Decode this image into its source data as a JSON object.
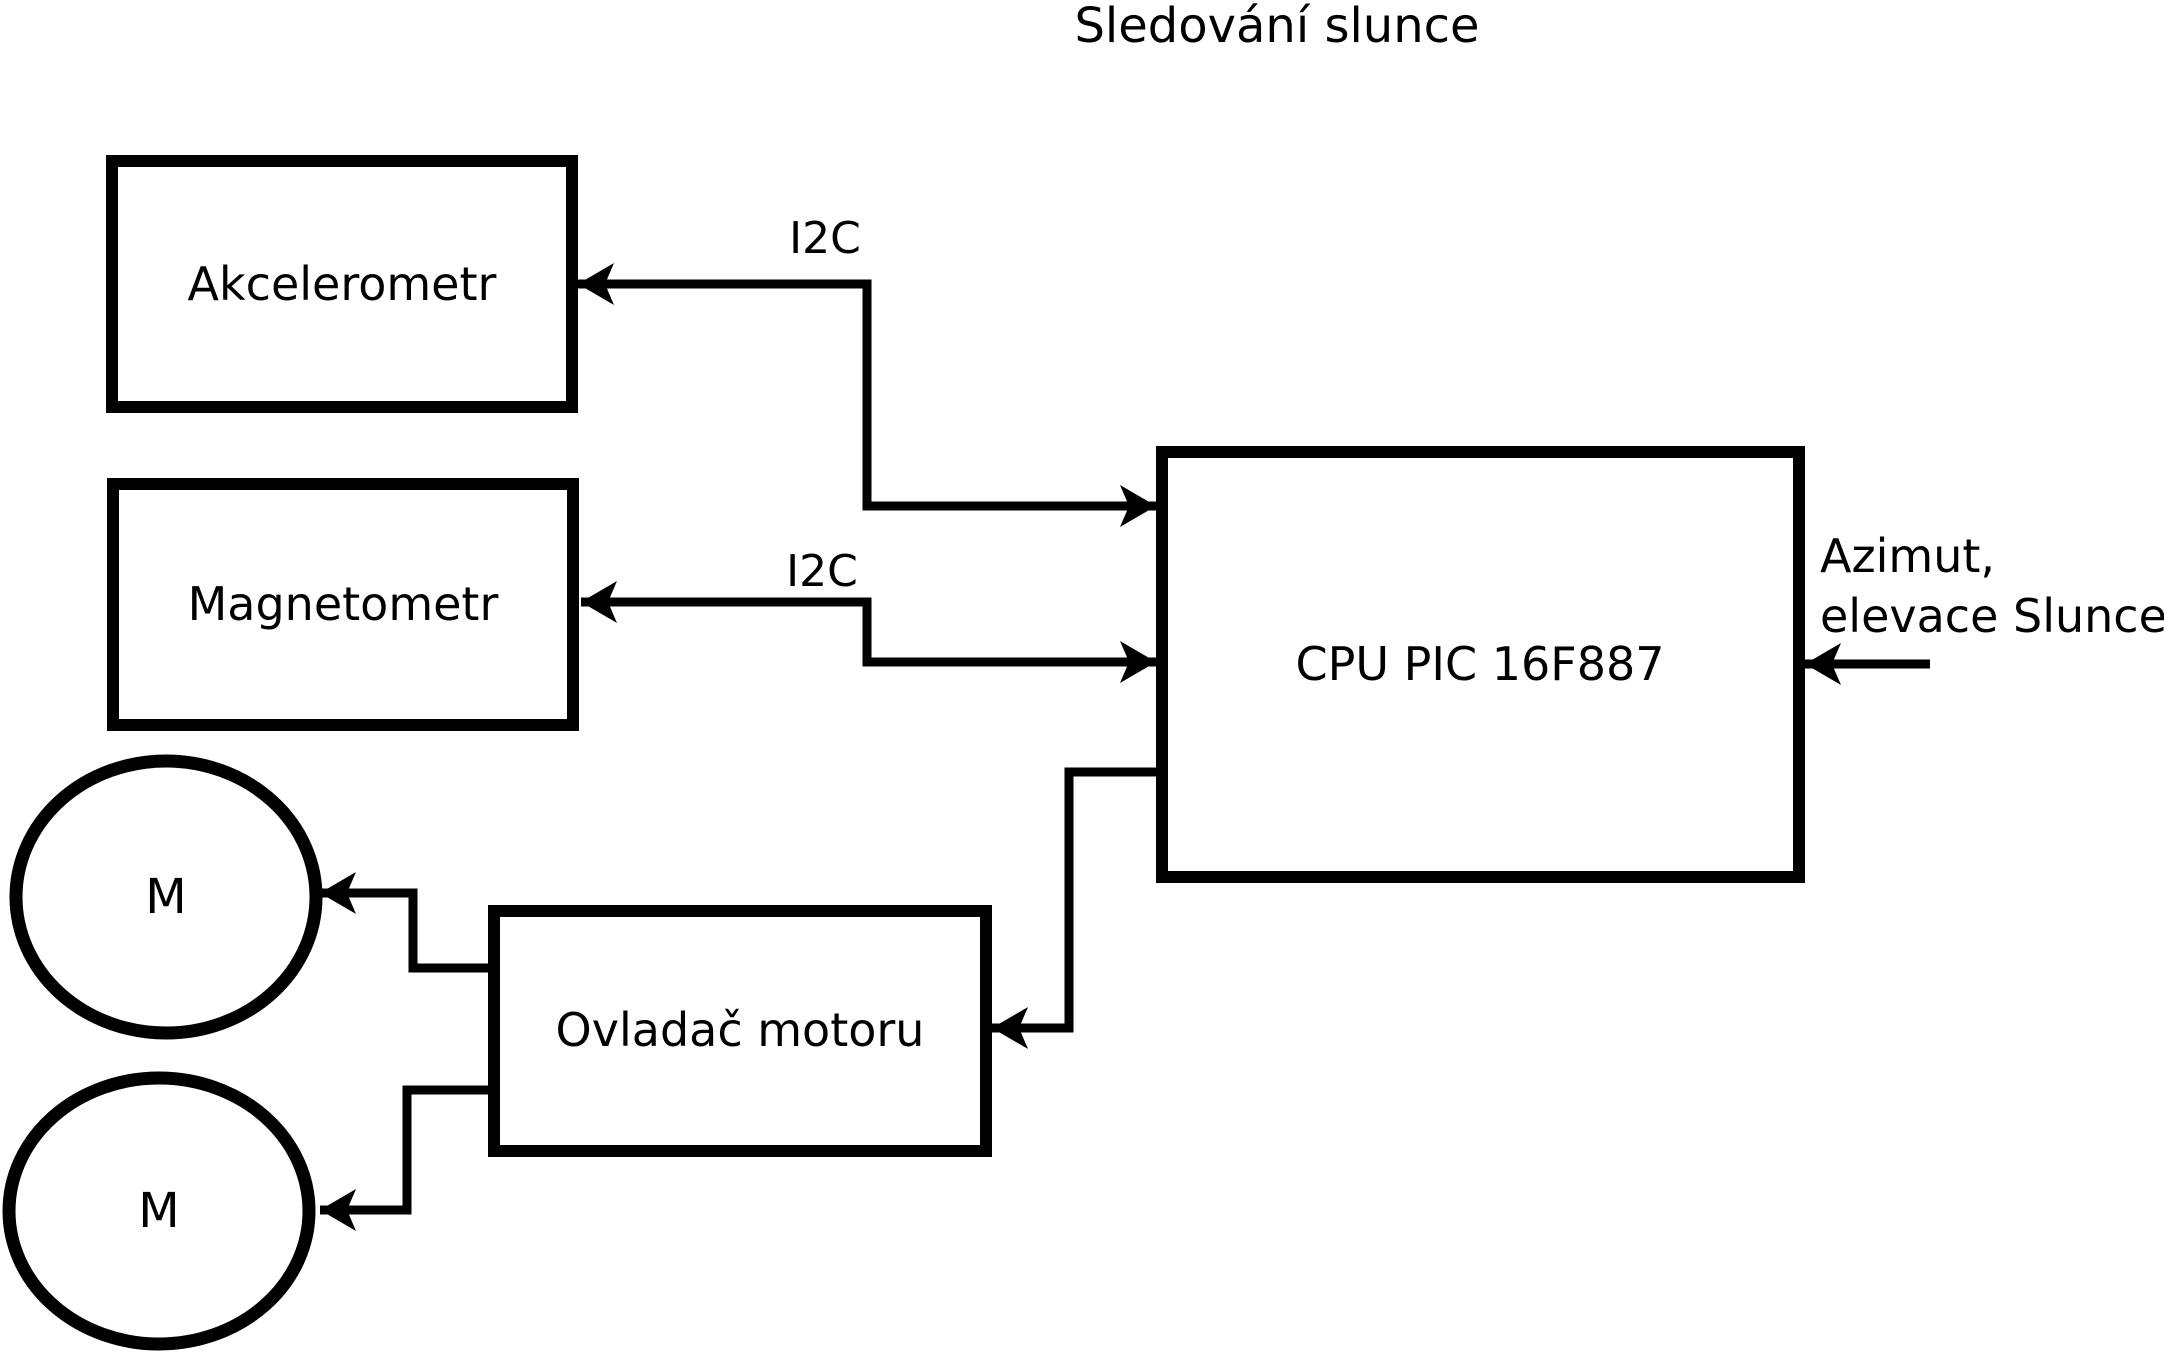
{
  "diagram": {
    "title": "Sledování slunce",
    "nodes": {
      "akcelerometr": {
        "label": "Akcelerometr"
      },
      "magnetometr": {
        "label": "Magnetometr"
      },
      "cpu": {
        "label": "CPU PIC 16F887"
      },
      "ovladac": {
        "label": "Ovladač motoru"
      },
      "motor1": {
        "label": "M"
      },
      "motor2": {
        "label": "M"
      }
    },
    "edges": {
      "cpu_to_akcelerometr": {
        "label": "I2C"
      },
      "cpu_to_magnetometr": {
        "label": "I2C"
      },
      "cpu_to_ovladac": {
        "label": ""
      },
      "ovladac_to_motor1": {
        "label": ""
      },
      "ovladac_to_motor2": {
        "label": ""
      },
      "sun_input": {
        "label_line1": "Azimut,",
        "label_line2": "elevace Slunce"
      }
    },
    "colors": {
      "stroke": "#000000",
      "background": "#ffffff"
    }
  }
}
